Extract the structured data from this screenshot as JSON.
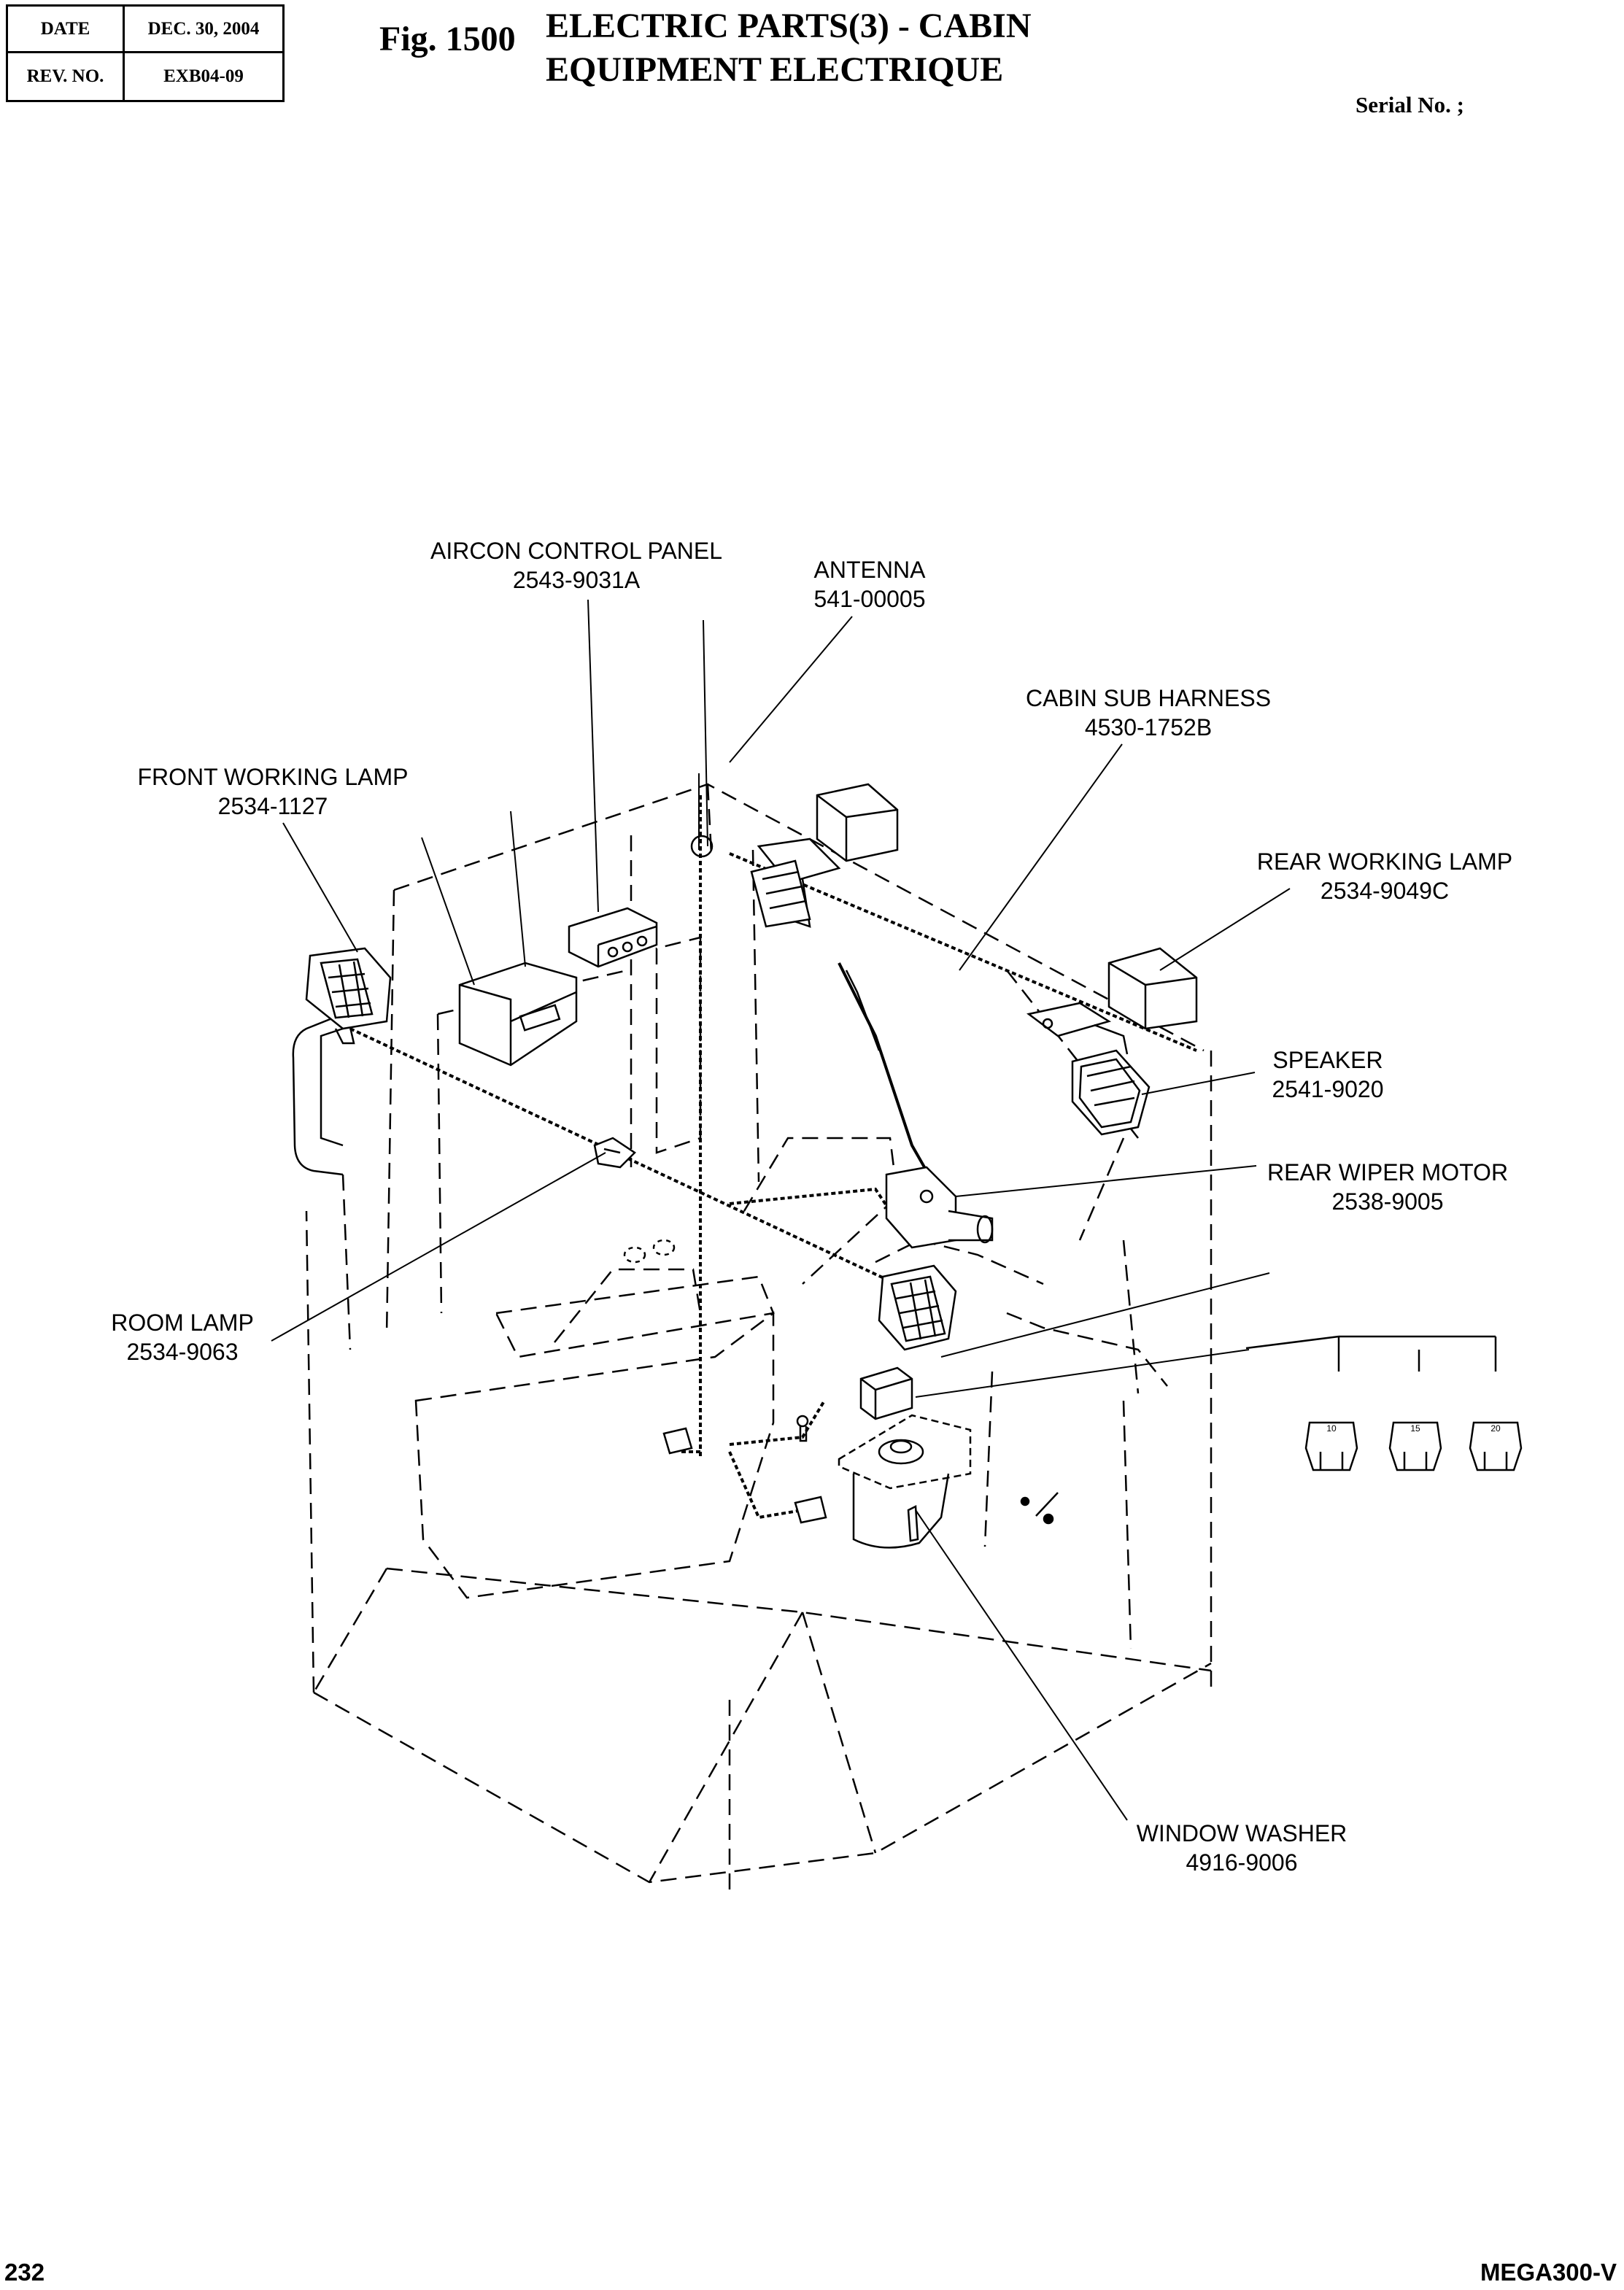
{
  "header": {
    "date_label": "DATE",
    "date_value": "DEC. 30, 2004",
    "rev_label": "REV. NO.",
    "rev_value": "EXB04-09",
    "fig_no": "Fig. 1500",
    "title_line1": "ELECTRIC PARTS(3) - CABIN",
    "title_line2": "EQUIPMENT ELECTRIQUE",
    "serial_label": "Serial No. ;"
  },
  "parts": {
    "aircon": {
      "name": "AIRCON CONTROL PANEL",
      "number": "2543-9031A"
    },
    "antenna": {
      "name": "ANTENNA",
      "number": "541-00005"
    },
    "cabin_harness": {
      "name": "CABIN SUB HARNESS",
      "number": "4530-1752B"
    },
    "front_lamp": {
      "name": "FRONT WORKING LAMP",
      "number": "2534-1127"
    },
    "rear_lamp": {
      "name": "REAR WORKING LAMP",
      "number": "2534-9049C"
    },
    "speaker": {
      "name": "SPEAKER",
      "number": "2541-9020"
    },
    "rear_wiper": {
      "name": "REAR WIPER MOTOR",
      "number": "2538-9005"
    },
    "room_lamp": {
      "name": "ROOM LAMP",
      "number": "2534-9063"
    },
    "washer": {
      "name": "WINDOW WASHER",
      "number": "4916-9006"
    }
  },
  "fuses": [
    "10",
    "15",
    "20"
  ],
  "footer": {
    "page_number": "232",
    "model": "MEGA300-V"
  }
}
